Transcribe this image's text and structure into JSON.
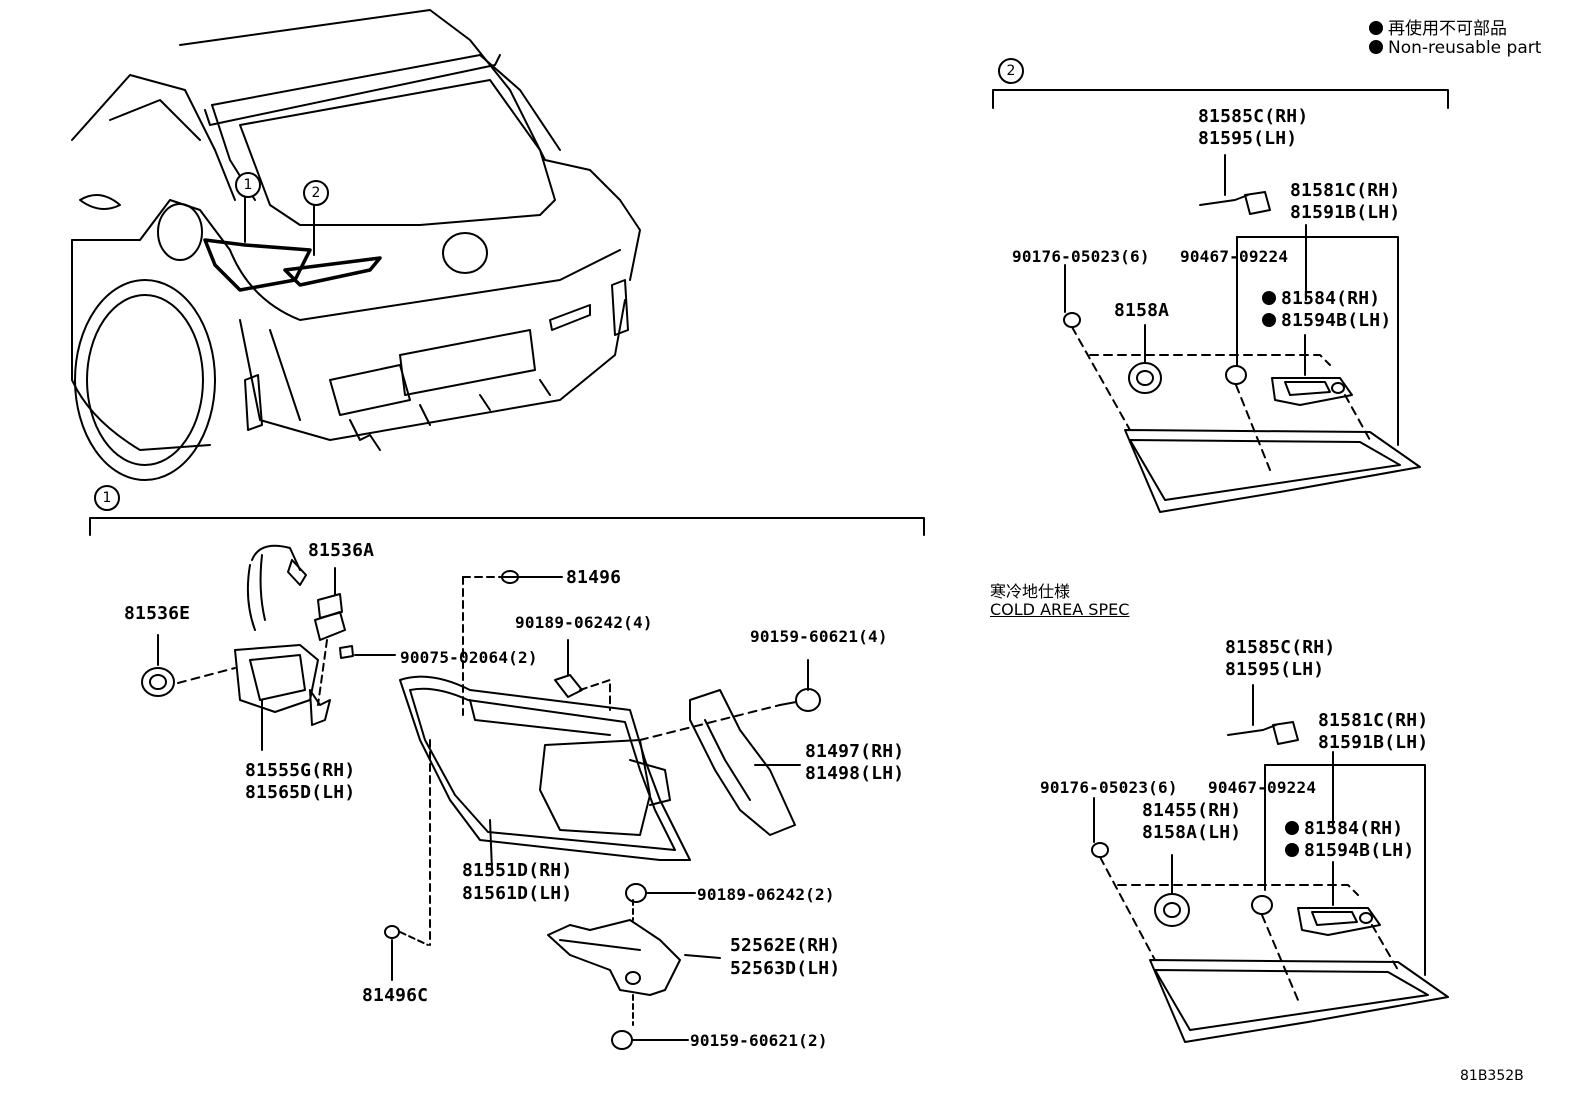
{
  "legend": {
    "jp": "再使用不可部品",
    "en": "Non-reusable part"
  },
  "figure_code": "81B352B",
  "callouts": {
    "one": "1",
    "two": "2"
  },
  "section1": {
    "parts": {
      "p81536A": "81536A",
      "p81536E": "81536E",
      "p90075": "90075-02064(2)",
      "p81555G": "81555G(RH)",
      "p81565D": "81565D(LH)",
      "p81496": "81496",
      "p90189a": "90189-06242(4)",
      "p90159a": "90159-60621(4)",
      "p81497": "81497(RH)",
      "p81498": "81498(LH)",
      "p81551D": "81551D(RH)",
      "p81561D": "81561D(LH)",
      "p90189b": "90189-06242(2)",
      "p52562E": "52562E(RH)",
      "p52563D": "52563D(LH)",
      "p81496C": "81496C",
      "p90159b": "90159-60621(2)"
    }
  },
  "section2": {
    "parts": {
      "p81585C": "81585C(RH)",
      "p81595": "81595(LH)",
      "p81581C": "81581C(RH)",
      "p81591B": "81591B(LH)",
      "p90176": "90176-05023(6)",
      "p90467": "90467-09224",
      "p81584": "81584(RH)",
      "p81594B": "81594B(LH)",
      "p8158A": "8158A"
    }
  },
  "cold_area": {
    "title_jp": "寒冷地仕様",
    "title_en": "COLD AREA SPEC",
    "parts": {
      "p81585C": "81585C(RH)",
      "p81595": "81595(LH)",
      "p81581C": "81581C(RH)",
      "p81591B": "81591B(LH)",
      "p90176": "90176-05023(6)",
      "p90467": "90467-09224",
      "p81455": "81455(RH)",
      "p8158A": "8158A(LH)",
      "p81584": "81584(RH)",
      "p81594B": "81594B(LH)"
    }
  }
}
